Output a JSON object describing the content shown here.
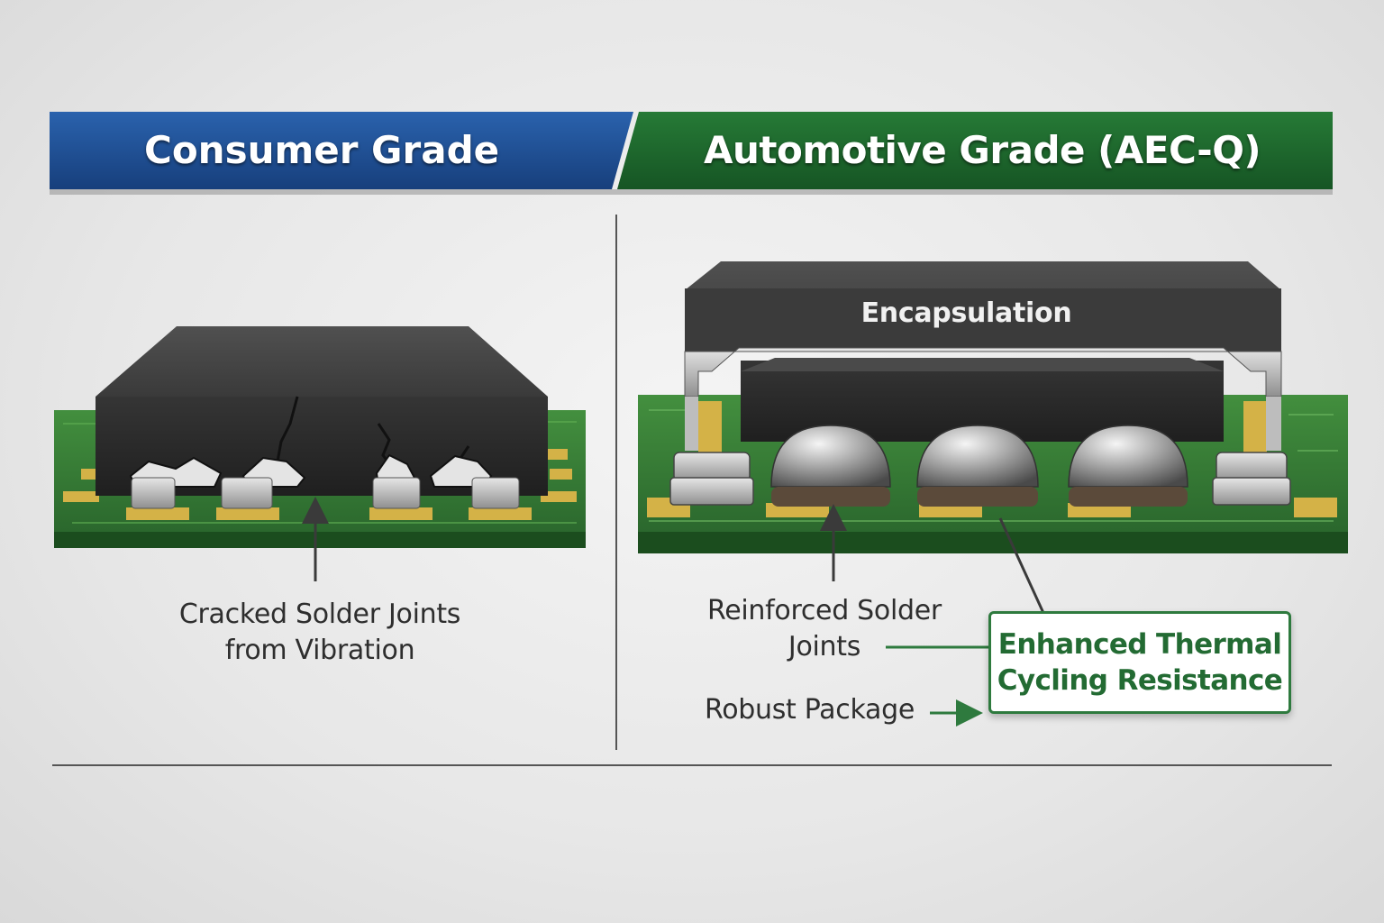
{
  "headers": {
    "consumer": "Consumer Grade",
    "automotive": "Automotive Grade (AEC-Q)"
  },
  "labels": {
    "cracked_line1": "Cracked Solder Joints",
    "cracked_line2": "from Vibration",
    "encapsulation": "Encapsulation",
    "reinforced_line1": "Reinforced Solder",
    "reinforced_line2": "Joints",
    "robust": "Robust Package",
    "thermal_line1": "Enhanced Thermal",
    "thermal_line2": "Cycling Resistance"
  },
  "colors": {
    "consumer_header": "#1d4f94",
    "automotive_header": "#1d6b2e",
    "pcb_green": "#2d7a2f",
    "chip_body": "#2f2f2f",
    "callout_border": "#2e7a3e"
  }
}
